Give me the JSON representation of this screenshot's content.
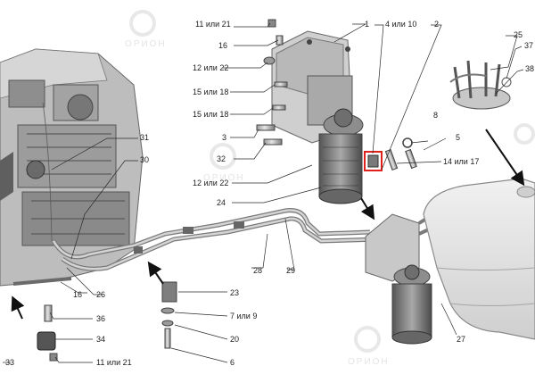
{
  "watermark": {
    "text": "ОРИОН"
  },
  "labels": {
    "l1": "1",
    "l2": "2",
    "l3": "3",
    "l4or10": "4 или 10",
    "l5": "5",
    "l6": "6",
    "l7or9": "7 или 9",
    "l8": "8",
    "l11or21_top": "11 или 21",
    "l11or21_bot": "11 или 21",
    "l12or22_a": "12 или 22",
    "l12or22_b": "12 или 22",
    "l14or17": "14 или 17",
    "l15or18_a": "15 или 18",
    "l15or18_b": "15 или 18",
    "l16_top": "16",
    "l16_bot": "16",
    "l20": "20",
    "l23": "23",
    "l24": "24",
    "l25": "25",
    "l26": "26",
    "l27": "27",
    "l28": "28",
    "l29": "29",
    "l30": "30",
    "l31": "31",
    "l32": "32",
    "l33": "33",
    "l34": "34",
    "l36": "36",
    "l37": "37",
    "l38": "38"
  },
  "colors": {
    "highlight": "#e0201a",
    "lines": "#2a2a2a",
    "parts": "#8a8a8a"
  }
}
